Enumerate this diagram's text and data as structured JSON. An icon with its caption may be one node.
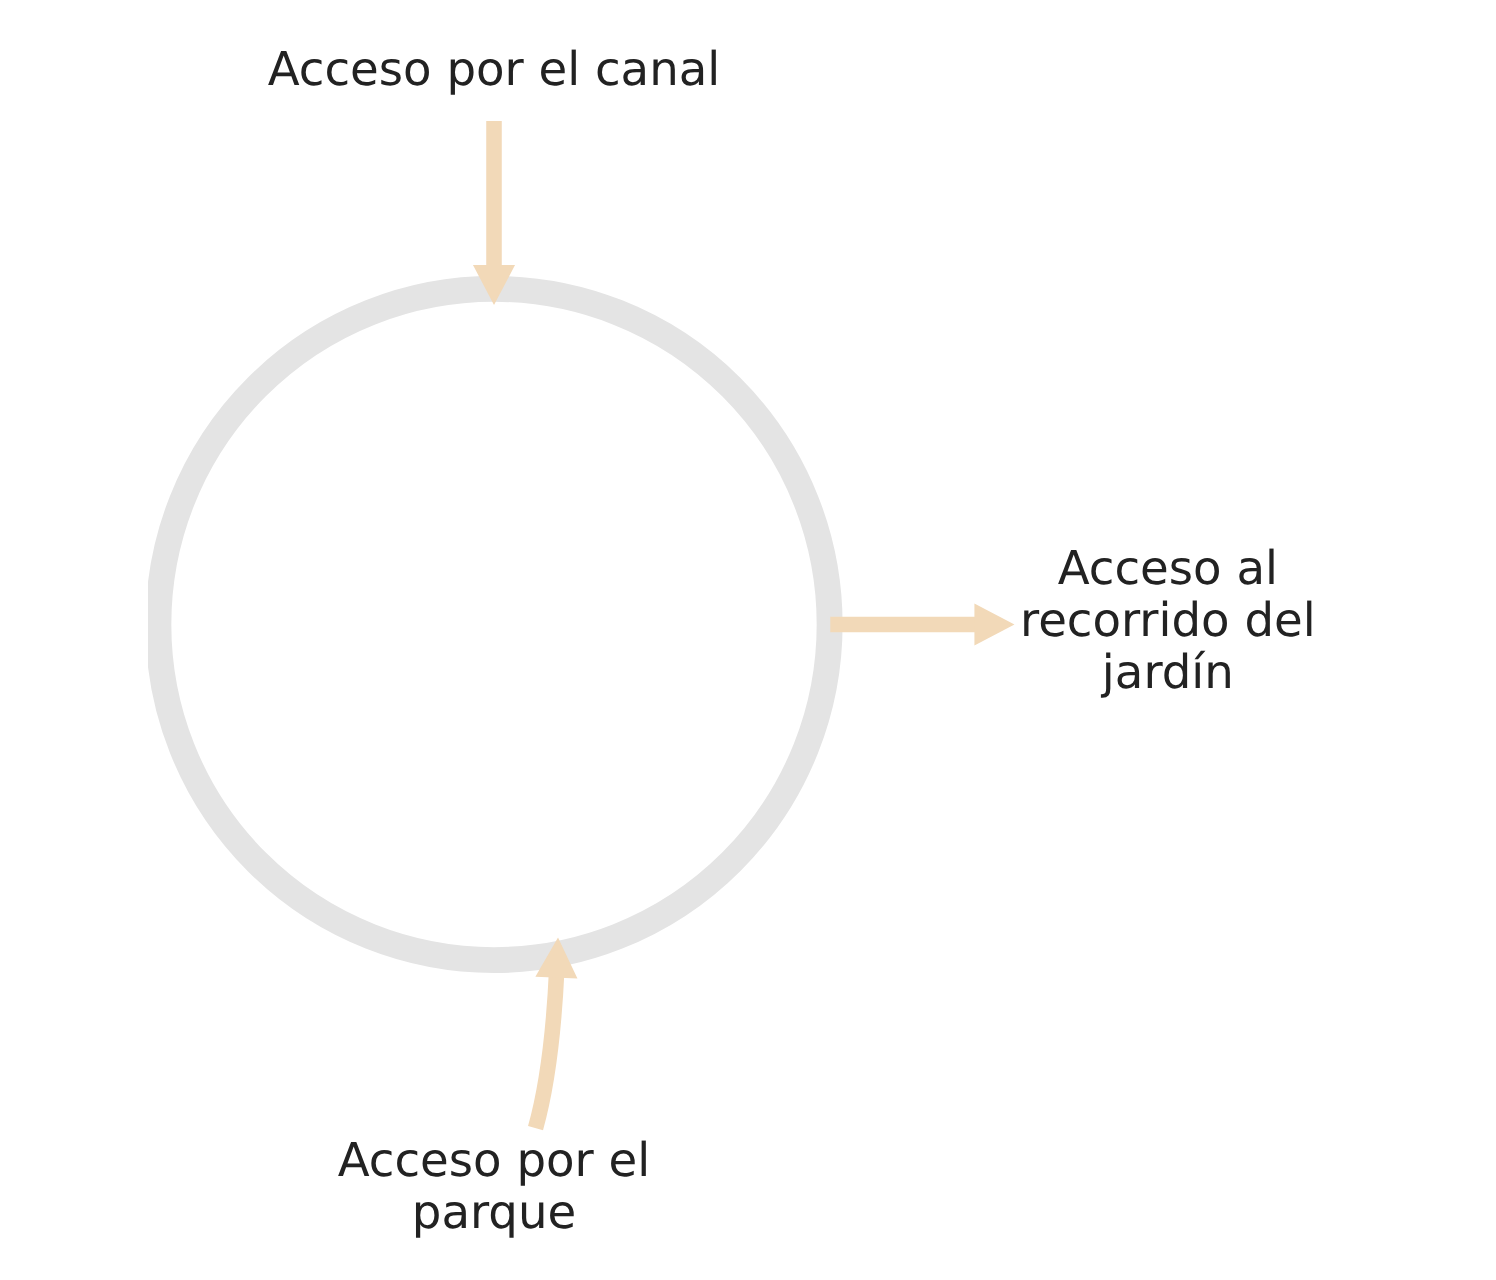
{
  "diagram": {
    "nodes": [
      {
        "text": [
          "Acceso por el canal"
        ]
      },
      {
        "text": [],
        "shape": "circle"
      },
      {
        "text": [
          "Acceso al recorrido del jardín"
        ]
      },
      {
        "text": [
          "Acceso por el parque"
        ]
      }
    ],
    "edges": [
      {
        "from": 0,
        "to": 1,
        "arrow": "to"
      },
      {
        "from": 3,
        "to": 1,
        "arrow": "to"
      },
      {
        "from": 1,
        "to": 2,
        "arrow": "to"
      }
    ]
  }
}
